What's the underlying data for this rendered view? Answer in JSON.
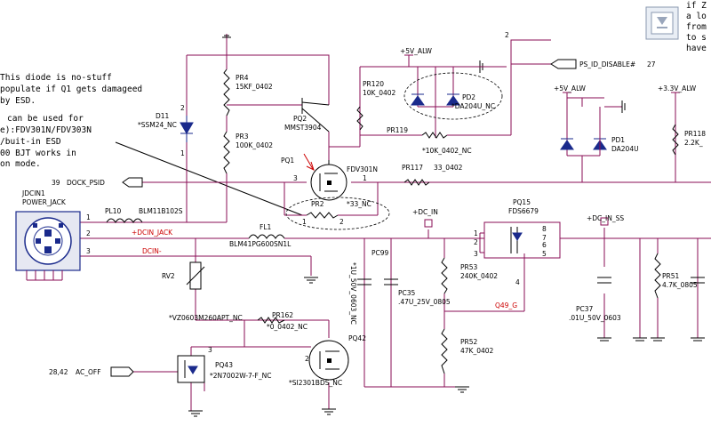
{
  "colors": {
    "wire": "#8a0c55",
    "component": "#1a2a8c",
    "net_label": "#cc0000",
    "background": "#ffffff"
  },
  "note_left": [
    "This diode is no-stuff",
    "populate if Q1 gets damageed",
    "by ESD.",
    "can be used for",
    "e):FDV301N/FDV303N",
    "/buit-in ESD",
    "00 BJT works in",
    "on mode."
  ],
  "note_right": [
    "if Z",
    "a lo",
    "from",
    "to s",
    "have"
  ],
  "scroll_icon": "scroll-to-bottom-icon",
  "parts": {
    "d11": {
      "ref": "D11",
      "value": "*SSM24_NC"
    },
    "pr4": {
      "ref": "PR4",
      "value": "15KF_0402"
    },
    "pr3": {
      "ref": "PR3",
      "value": "100K_0402"
    },
    "pq2": {
      "ref": "PQ2",
      "value": "MMST3904"
    },
    "pq1": {
      "ref": "PQ1",
      "value": "FDV301N"
    },
    "pr2": {
      "ref": "PR2",
      "value": "*33_NC"
    },
    "pr120": {
      "ref": "PR120",
      "value": "10K_0402"
    },
    "pr119": {
      "ref": "PR119",
      "value": "*10K_0402_NC"
    },
    "pd2": {
      "ref": "PD2",
      "value": "*DA204U_NC"
    },
    "pd1": {
      "ref": "PD1",
      "value": "DA204U"
    },
    "pr117": {
      "ref": "PR117",
      "value": "33_0402"
    },
    "pr118": {
      "ref": "PR118",
      "value": "2.2K_"
    },
    "jdcin1": {
      "ref": "JDCIN1",
      "value": "POWER_JACK"
    },
    "pl10": {
      "ref": "PL10",
      "value": "BLM11B102S"
    },
    "fl1": {
      "ref": "FL1",
      "value": "BLM41PG600SN1L"
    },
    "rv2": {
      "ref": "RV2",
      "value": "*VZ0603M260APT_NC"
    },
    "pc99": {
      "ref": "PC99",
      "value": "*1U_50V_0603_NC"
    },
    "pc35": {
      "ref": "PC35",
      "value": ".47U_25V_0805"
    },
    "pr53": {
      "ref": "PR53",
      "value": "240K_0402"
    },
    "pr52": {
      "ref": "PR52",
      "value": "47K_0402"
    },
    "pq15": {
      "ref": "PQ15",
      "value": "FDS6679"
    },
    "pc37": {
      "ref": "PC37",
      "value": ".01U_50V_0603"
    },
    "pr51": {
      "ref": "PR51",
      "value": "4.7K_0805"
    },
    "pr162": {
      "ref": "PR162",
      "value": "*0_0402_NC"
    },
    "pq42": {
      "ref": "PQ42",
      "value": "*SI2301BDS_NC"
    },
    "pq43": {
      "ref": "PQ43",
      "value": "*2N7002W-7-F_NC"
    }
  },
  "nets": {
    "v5_alw_1": "+5V_ALW",
    "v5_alw_2": "+5V_ALW",
    "v33_alw": "+3.3V_ALW",
    "ps_id": "PS_ID_DISABLE#",
    "ps_id_page": "27",
    "dock_page": "39",
    "dock": "DOCK_PSID",
    "dc_in": "+DC_IN",
    "dcin_jack": "+DCIN_JACK",
    "dcin_minus": "DCIN-",
    "dc_in_ss": "+DC_IN_SS",
    "q49": "Q49_G",
    "acoff_page": "28,42",
    "acoff": "AC_OFF"
  },
  "pins": {
    "p1": "1",
    "p2": "2",
    "p3": "3",
    "p4": "4",
    "p5": "5",
    "p6": "6",
    "p7": "7",
    "p8": "8"
  }
}
